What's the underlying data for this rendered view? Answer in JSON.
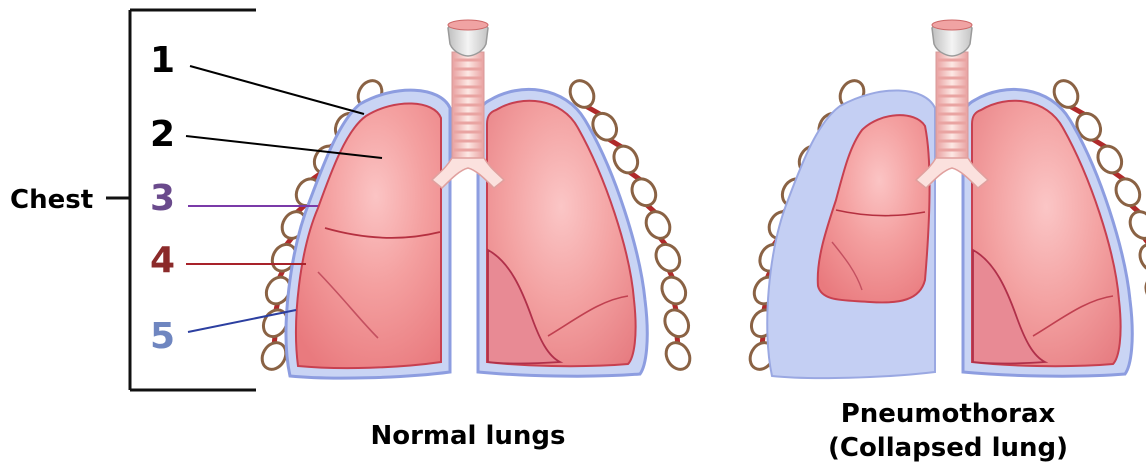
{
  "labels": {
    "chest": "Chest",
    "n1": "1",
    "n2": "2",
    "n3": "3",
    "n4": "4",
    "n5": "5"
  },
  "captions": {
    "normal": "Normal lungs",
    "pneumo_line1": "Pneumothorax",
    "pneumo_line2": "(Collapsed lung)"
  },
  "colors": {
    "text": "#000000",
    "n3": "#6a4a8c",
    "n4": "#8b2a2a",
    "n5": "#6f86c0",
    "line1": "#000000",
    "line2": "#000000",
    "line3": "#7a3aa8",
    "line4": "#a8222a",
    "line5": "#2c3fa0",
    "pleura_fill": "#c9d4f4",
    "pleura_stroke": "#8d9de0",
    "lung_fill": "#f29a9a",
    "lung_stroke": "#b52a3a",
    "rib_stroke": "#8a6244",
    "rib_joint": "#b02a2a"
  }
}
